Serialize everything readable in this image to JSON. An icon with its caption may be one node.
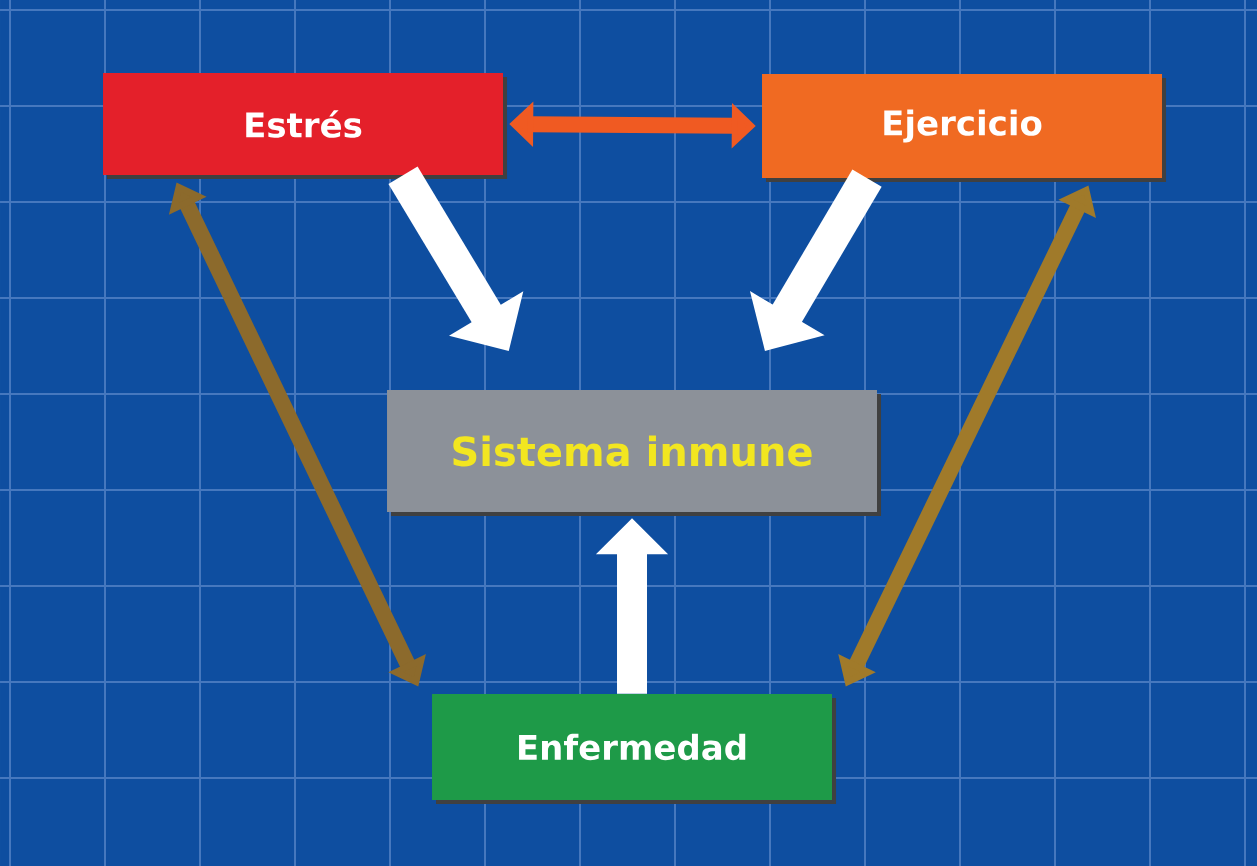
{
  "diagram": {
    "nodes": [
      {
        "text": [
          "Estrés"
        ]
      },
      {
        "text": [
          "Ejercicio"
        ]
      },
      {
        "text": [
          "Sistema inmune"
        ]
      },
      {
        "text": [
          "Enfermedad"
        ]
      }
    ],
    "edges": [
      {
        "from": 0,
        "to": 1,
        "arrow": "both",
        "color": "#f05a22"
      },
      {
        "from": 0,
        "to": 2,
        "arrow": "to",
        "style": "thick",
        "color": "#ffffff"
      },
      {
        "from": 1,
        "to": 2,
        "arrow": "to",
        "style": "thick",
        "color": "#ffffff"
      },
      {
        "from": 3,
        "to": 2,
        "arrow": "to",
        "style": "thick",
        "color": "#ffffff"
      },
      {
        "from": 0,
        "to": 3,
        "arrow": "both",
        "color": "#8c6a2c"
      },
      {
        "from": 1,
        "to": 3,
        "arrow": "both",
        "color": "#a07a2a"
      }
    ]
  }
}
